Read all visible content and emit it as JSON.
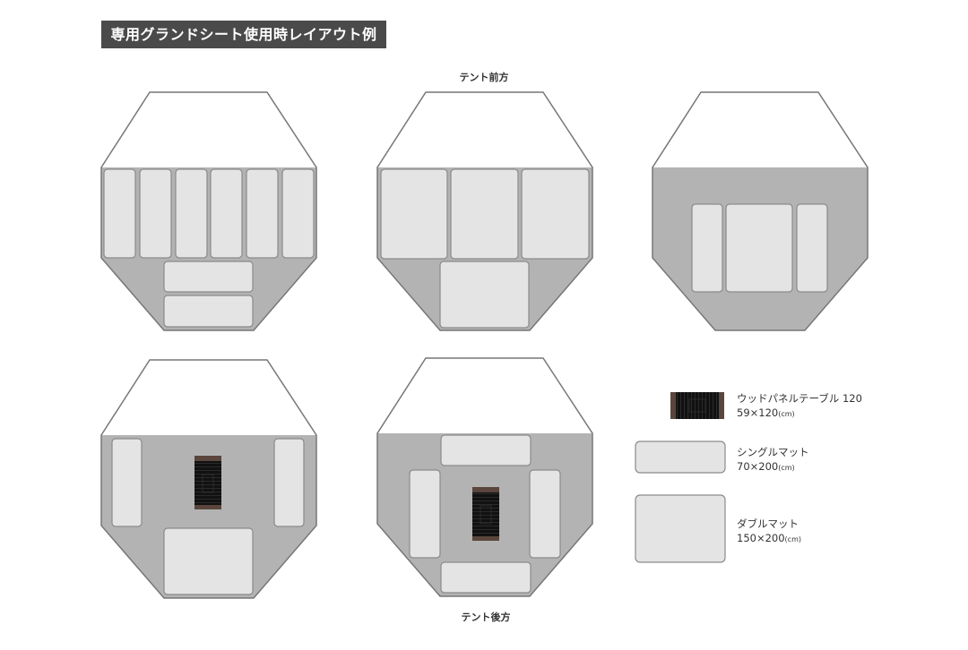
{
  "header": {
    "title": "専用グランドシート使用時レイアウト例"
  },
  "directions": {
    "front": "テント前方",
    "back": "テント後方"
  },
  "colors": {
    "tent_outline": "#777777",
    "groundsheet": "#b3b3b3",
    "mat_fill": "#e4e4e4",
    "mat_stroke": "#8a8a8a",
    "table_body": "#111111",
    "table_edge": "#5a463c",
    "title_bg": "#4a4a4a"
  },
  "layouts": [
    {
      "id": "layout-1",
      "description": "6 single mats side by side + 2 single mats lengthwise at rear",
      "singles": 8,
      "doubles": 0,
      "tables": 0
    },
    {
      "id": "layout-2",
      "description": "3 double mats side by side + 1 double mat at rear",
      "singles": 0,
      "doubles": 4,
      "tables": 0
    },
    {
      "id": "layout-3",
      "description": "single + double + single mats in center",
      "singles": 2,
      "doubles": 1,
      "tables": 0
    },
    {
      "id": "layout-4",
      "description": "2 single mats at sides, table in center, double mat at rear",
      "singles": 2,
      "doubles": 1,
      "tables": 1
    },
    {
      "id": "layout-5",
      "description": "4 single mats around a center table",
      "singles": 4,
      "doubles": 0,
      "tables": 1
    }
  ],
  "legend": {
    "items": [
      {
        "name": "ウッドパネルテーブル 120",
        "size": "59×120",
        "unit": "(cm)",
        "icon": "wood-panel-table"
      },
      {
        "name": "シングルマット",
        "size": "70×200",
        "unit": "(cm)",
        "icon": "single-mat"
      },
      {
        "name": "ダブルマット",
        "size": "150×200",
        "unit": "(cm)",
        "icon": "double-mat"
      }
    ]
  }
}
